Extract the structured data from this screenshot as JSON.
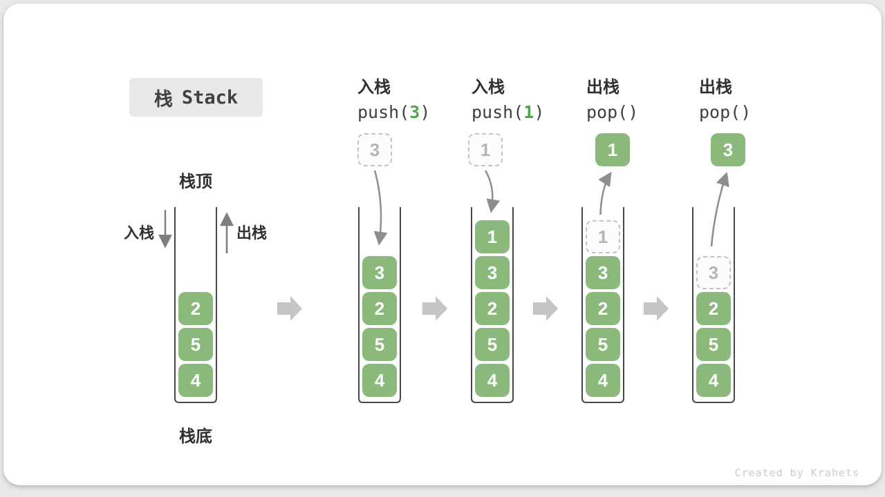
{
  "title": {
    "zh": "栈",
    "en": "Stack"
  },
  "side_labels": {
    "top": "栈顶",
    "bottom": "栈底",
    "push": "入栈",
    "pop": "出栈"
  },
  "operations": [
    {
      "label": "入栈",
      "fn": "push(",
      "arg": "3",
      "close": ")"
    },
    {
      "label": "入栈",
      "fn": "push(",
      "arg": "1",
      "close": ")"
    },
    {
      "label": "出栈",
      "fn": "pop(",
      "arg": "",
      "close": ")"
    },
    {
      "label": "出栈",
      "fn": "pop(",
      "arg": "",
      "close": ")"
    }
  ],
  "stacks": [
    {
      "cells": [
        {
          "value": "4"
        },
        {
          "value": "5"
        },
        {
          "value": "2"
        }
      ]
    },
    {
      "cells": [
        {
          "value": "4"
        },
        {
          "value": "5"
        },
        {
          "value": "2"
        },
        {
          "value": "3"
        }
      ]
    },
    {
      "cells": [
        {
          "value": "4"
        },
        {
          "value": "5"
        },
        {
          "value": "2"
        },
        {
          "value": "3"
        },
        {
          "value": "1"
        }
      ]
    },
    {
      "cells": [
        {
          "value": "4"
        },
        {
          "value": "5"
        },
        {
          "value": "2"
        },
        {
          "value": "3"
        },
        {
          "value": "1",
          "ghost": true
        }
      ]
    },
    {
      "cells": [
        {
          "value": "4"
        },
        {
          "value": "5"
        },
        {
          "value": "2"
        },
        {
          "value": "3",
          "ghost": true
        }
      ]
    }
  ],
  "floating_cells": [
    {
      "value": "3",
      "ghost": true,
      "motion": "in"
    },
    {
      "value": "1",
      "ghost": true,
      "motion": "in"
    },
    {
      "value": "1",
      "ghost": false,
      "motion": "out"
    },
    {
      "value": "3",
      "ghost": false,
      "motion": "out"
    }
  ],
  "footer": {
    "credit": "Created by Krahets"
  },
  "colors": {
    "cell_green": "#8ab97b",
    "code_arg_green": "#56a351",
    "text_dark": "#2e3133",
    "motion_arrow_gray": "#8d8d8d",
    "flow_arrow_gray": "#c5c5c5",
    "ghost_border_gray": "#c2c2c2",
    "container_stroke": "#474747",
    "title_bg": "#e8e8e8"
  }
}
